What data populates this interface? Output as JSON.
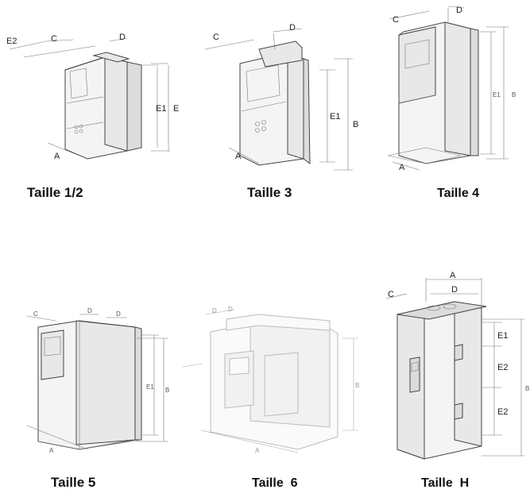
{
  "captions": {
    "t12": "Taille 1/2",
    "t3": "Taille 3",
    "t4": "Taille 4",
    "t5": "Taille 5",
    "t6": "Taille  6",
    "th": "Taille  H"
  },
  "labels": {
    "A": "A",
    "B": "B",
    "C": "C",
    "D": "D",
    "E": "E",
    "E1": "E1",
    "E2": "E2"
  }
}
